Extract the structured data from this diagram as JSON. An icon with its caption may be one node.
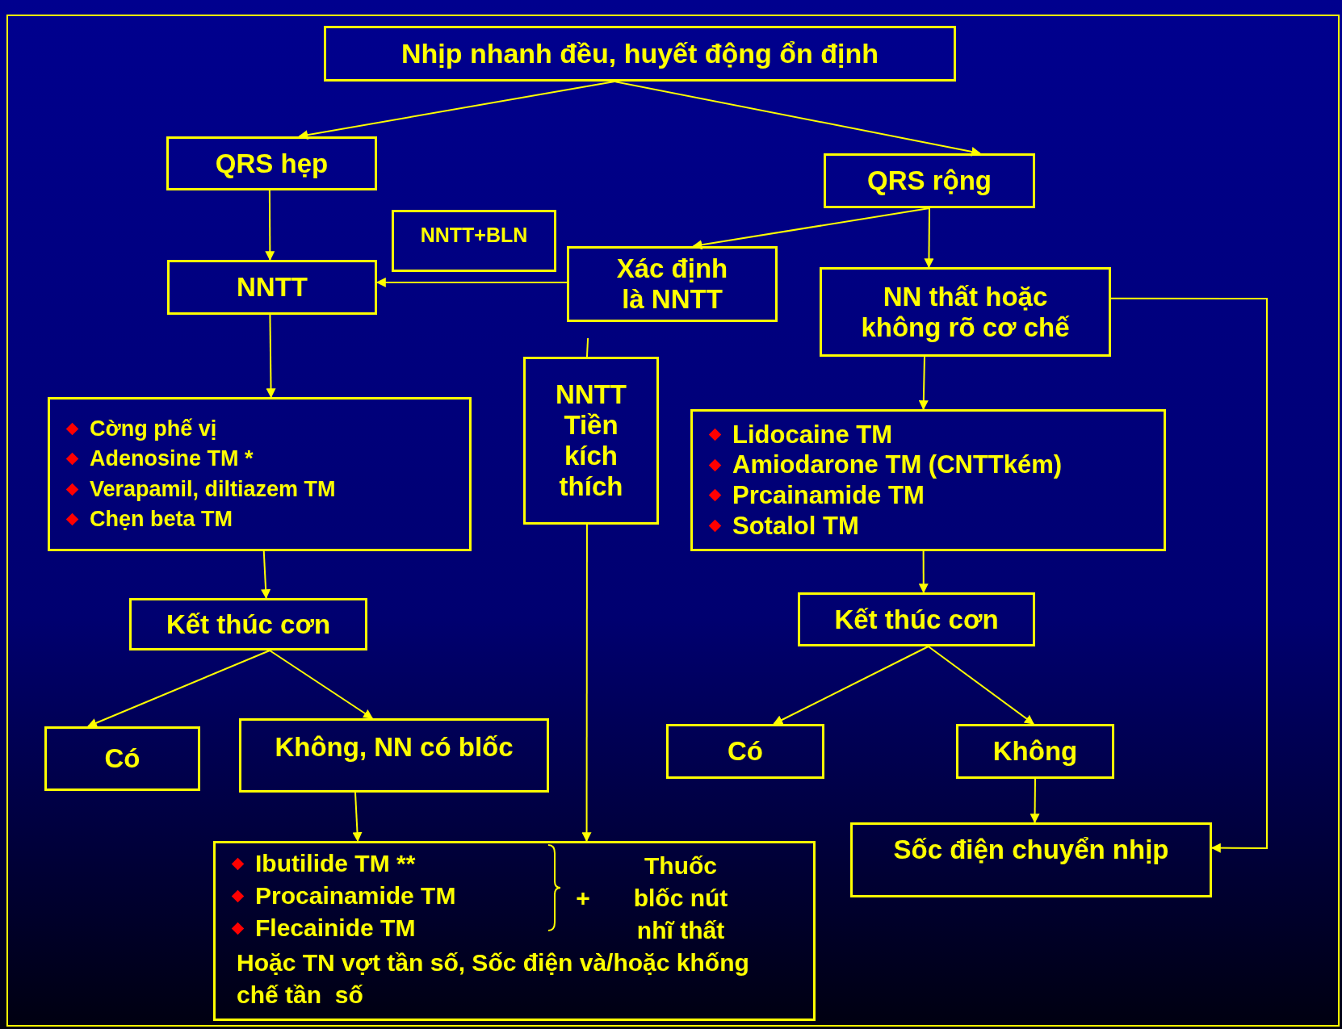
{
  "diagram": {
    "nodes": [
      {
        "text": [
          "Nhịp nhanh đều, huyết động ổn định"
        ]
      },
      {
        "text": [
          "QRS hẹp"
        ]
      },
      {
        "text": [
          "QRS rộng"
        ]
      },
      {
        "text": [
          "NNTT+BLN"
        ]
      },
      {
        "text": [
          "NNTT"
        ]
      },
      {
        "text": [
          "Xác định là NNTT"
        ]
      },
      {
        "text": [
          "NN thất hoặc không rõ cơ chế"
        ]
      },
      {
        "text": [
          "NNTT Tiền kích thích"
        ]
      },
      {
        "text": [
          "Cờng phế vị",
          "Adenosine TM *",
          "Verapamil, diltiazem TM",
          "Chẹn beta TM"
        ]
      },
      {
        "text": [
          "Lidocaine TM",
          "Amiodarone TM (CNTTkém)",
          "Prcainamide TM",
          "Sotalol TM"
        ]
      },
      {
        "text": [
          "Kết thúc cơn"
        ]
      },
      {
        "text": [
          "Kết thúc cơn"
        ]
      },
      {
        "text": [
          "Có"
        ]
      },
      {
        "text": [
          "Không, NN có blốc"
        ]
      },
      {
        "text": [
          "Có"
        ]
      },
      {
        "text": [
          "Không"
        ]
      },
      {
        "text": [
          "Sốc điện chuyển nhịp"
        ]
      },
      {
        "text": [
          "Ibutilide TM **",
          "Procainamide TM",
          "Flecainide TM",
          "+",
          "Thuốc blốc nút nhĩ thất",
          "Hoặc TN vợt tần số, Sốc điện và/hoặc khống chế tần  số"
        ]
      }
    ],
    "edges": [
      {
        "from": 0,
        "to": 1,
        "arrow": "to"
      },
      {
        "from": 0,
        "to": 2,
        "arrow": "to"
      },
      {
        "from": 1,
        "to": 4,
        "arrow": "to"
      },
      {
        "from": 2,
        "to": 5,
        "arrow": "to"
      },
      {
        "from": 2,
        "to": 6,
        "arrow": "to"
      },
      {
        "from": 5,
        "to": 4,
        "arrow": "to"
      },
      {
        "from": 5,
        "to": 7,
        "arrow": "none"
      },
      {
        "from": 7,
        "to": 17,
        "arrow": "to"
      },
      {
        "from": 4,
        "to": 8,
        "arrow": "to"
      },
      {
        "from": 6,
        "to": 9,
        "arrow": "to"
      },
      {
        "from": 8,
        "to": 10,
        "arrow": "to"
      },
      {
        "from": 9,
        "to": 11,
        "arrow": "to"
      },
      {
        "from": 10,
        "to": 12,
        "arrow": "to"
      },
      {
        "from": 10,
        "to": 13,
        "arrow": "to"
      },
      {
        "from": 11,
        "to": 14,
        "arrow": "to"
      },
      {
        "from": 11,
        "to": 15,
        "arrow": "to"
      },
      {
        "from": 15,
        "to": 16,
        "arrow": "to"
      },
      {
        "from": 6,
        "to": 16,
        "arrow": "to"
      },
      {
        "from": 13,
        "to": 17,
        "arrow": "to"
      }
    ]
  }
}
